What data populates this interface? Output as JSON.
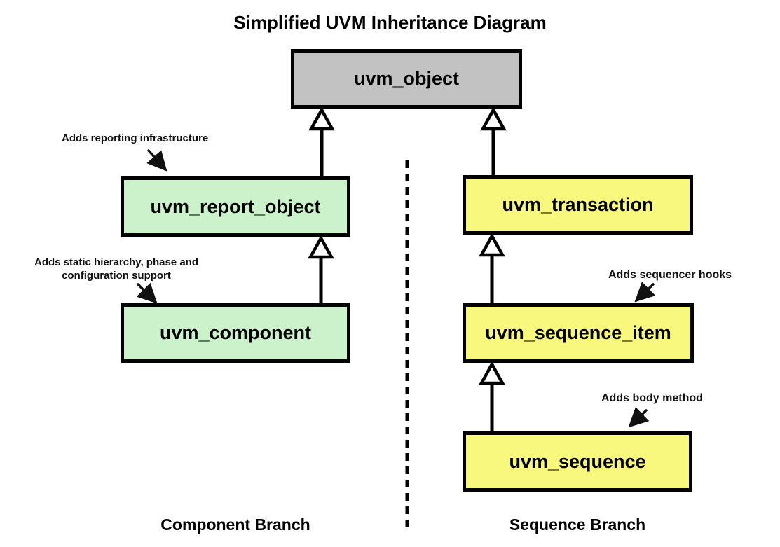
{
  "title": "Simplified UVM Inheritance Diagram",
  "colors": {
    "object-fill": "#c2c2c2",
    "component-fill": "#ccf2cc",
    "sequence-fill": "#f8f87e",
    "border": "#000000"
  },
  "nodes": {
    "uvm_object": {
      "label": "uvm_object"
    },
    "uvm_report_object": {
      "label": "uvm_report_object"
    },
    "uvm_component": {
      "label": "uvm_component"
    },
    "uvm_transaction": {
      "label": "uvm_transaction"
    },
    "uvm_sequence_item": {
      "label": "uvm_sequence_item"
    },
    "uvm_sequence": {
      "label": "uvm_sequence"
    }
  },
  "edges": [
    {
      "from": "uvm_report_object",
      "to": "uvm_object",
      "type": "inheritance"
    },
    {
      "from": "uvm_component",
      "to": "uvm_report_object",
      "type": "inheritance"
    },
    {
      "from": "uvm_transaction",
      "to": "uvm_object",
      "type": "inheritance"
    },
    {
      "from": "uvm_sequence_item",
      "to": "uvm_transaction",
      "type": "inheritance"
    },
    {
      "from": "uvm_sequence",
      "to": "uvm_sequence_item",
      "type": "inheritance"
    }
  ],
  "annotations": {
    "reporting": {
      "text": "Adds reporting infrastructure"
    },
    "hierarchy": {
      "text": "Adds static hierarchy, phase and\nconfiguration support"
    },
    "sequencer_hooks": {
      "text": "Adds sequencer hooks"
    },
    "body_method": {
      "text": "Adds body method"
    }
  },
  "branch_labels": {
    "component": "Component Branch",
    "sequence": "Sequence Branch"
  }
}
